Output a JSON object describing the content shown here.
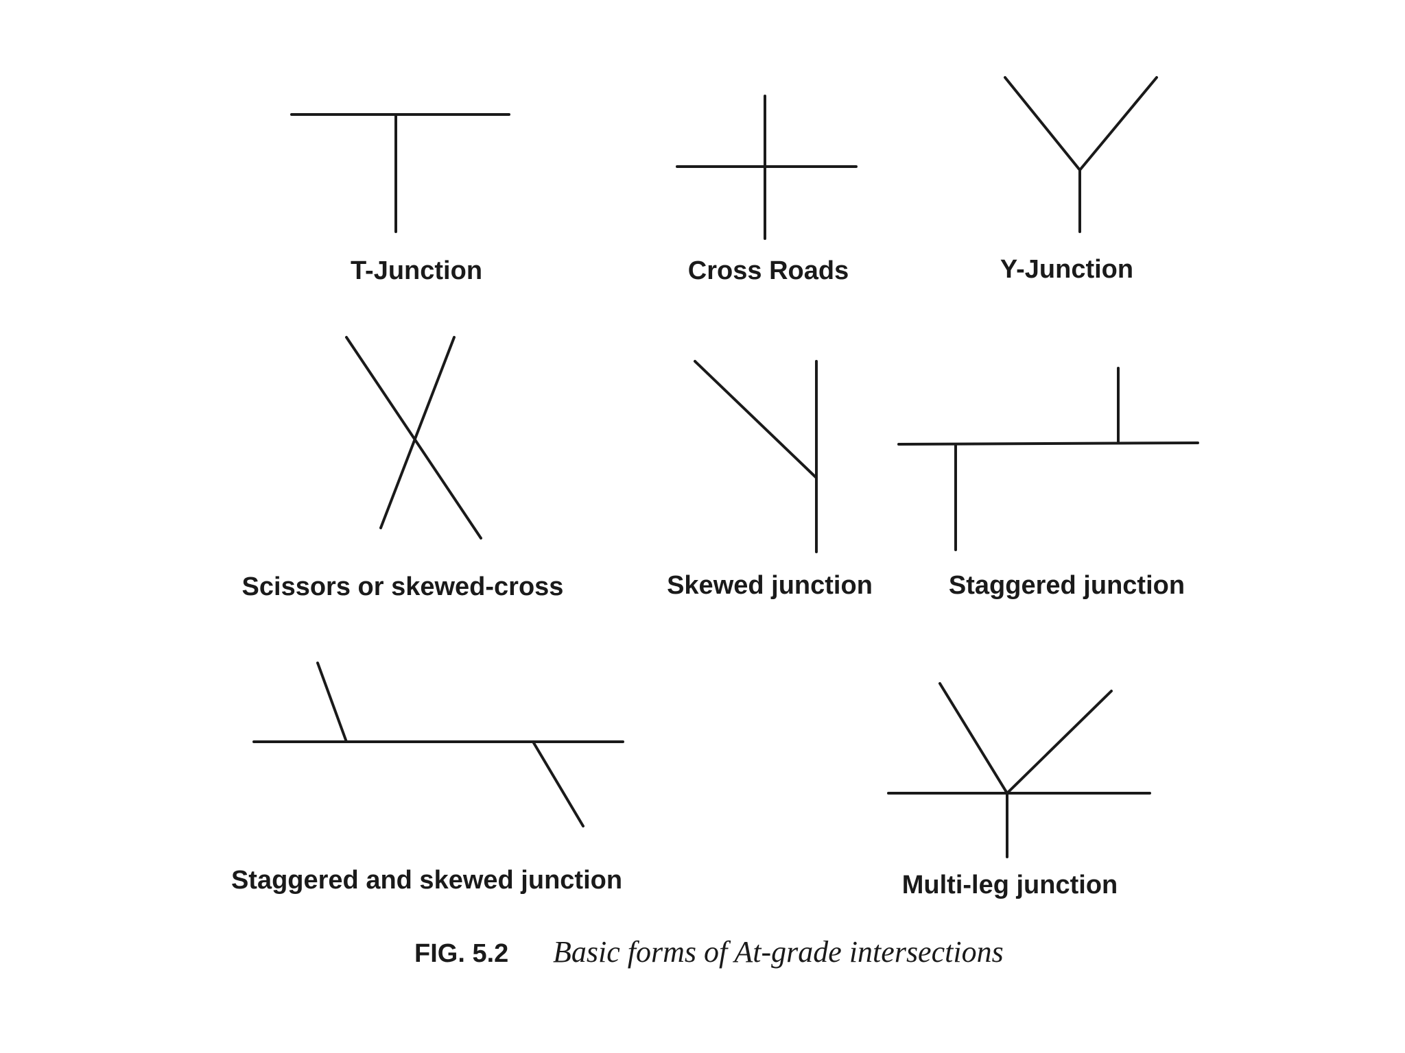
{
  "junctions": [
    {
      "id": "t-junction",
      "label": "T-Junction"
    },
    {
      "id": "cross-roads",
      "label": "Cross Roads"
    },
    {
      "id": "y-junction",
      "label": "Y-Junction"
    },
    {
      "id": "scissors",
      "label": "Scissors or skewed-cross"
    },
    {
      "id": "skewed",
      "label": "Skewed junction"
    },
    {
      "id": "staggered",
      "label": "Staggered junction"
    },
    {
      "id": "staggered-skewed",
      "label": "Staggered and skewed junction"
    },
    {
      "id": "multi-leg",
      "label": "Multi-leg junction"
    }
  ],
  "caption": {
    "number": "FIG. 5.2",
    "title": "Basic forms of At-grade intersections"
  },
  "colors": {
    "line": "#1a1a1a",
    "background": "#ffffff"
  }
}
